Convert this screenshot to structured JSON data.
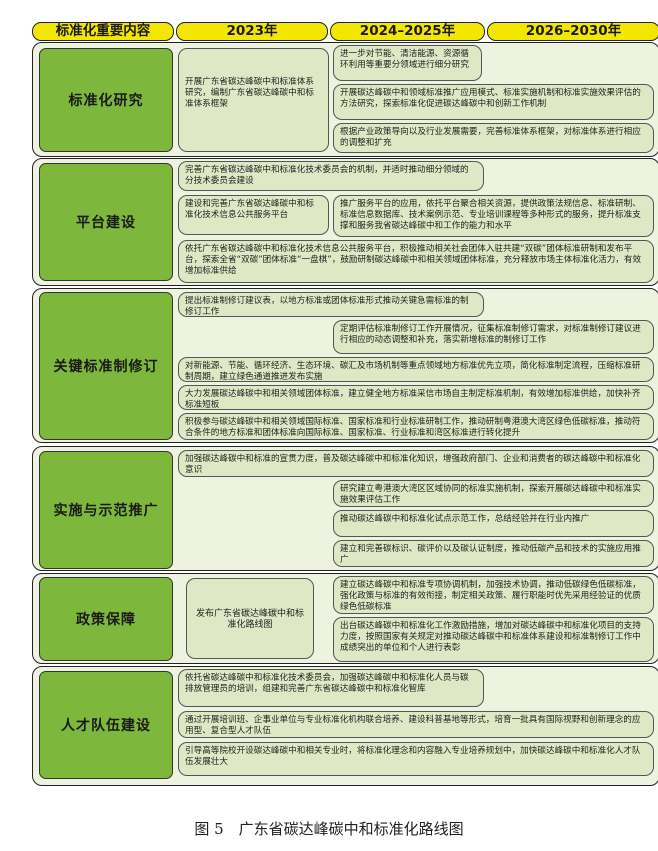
{
  "headers": [
    "标准化重要内容",
    "2023年",
    "2024–2025年",
    "2026–2030年"
  ],
  "categories": [
    "标准化研究",
    "平台建设",
    "关键标准制修订",
    "实施与示范推广",
    "政策保障",
    "人才队伍建设"
  ],
  "items": {
    "research_2023": "开展广东省碳达峰碳中和标准体系研究，编制广东省碳达峰碳中和标准体系框架",
    "research_1": "进一步对节能、清洁能源、资源循环利用等重要分领域进行细分研究",
    "research_2": "开展碳达峰碳中和领域标准推广应用模式、标准实施机制和标准实施效果评估的方法研究，探索标准化促进碳达峰碳中和创新工作机制",
    "research_3": "根据产业政策导向以及行业发展需要，完善标准体系框架，对标准体系进行相应的调整和扩充",
    "platform_1": "完善广东省碳达峰碳中和标准化技术委员会的机制，并适时推动细分领域的分技术委员会建设",
    "platform_2": "建设和完善广东省碳达峰碳中和标准化技术信息公共服务平台",
    "platform_3": "推广服务平台的应用，依托平台聚合相关资源，提供政策法规信息、标准研制、标准信息数据库、技术案例示范、专业培训课程等多种形式的服务，提升标准支撑和服务我省碳达峰碳中和工作的能力和水平",
    "platform_4": "依托广东省碳达峰碳中和标准化技术信息公共服务平台，积极推动相关社会团体入驻共建“双碳”团体标准研制和发布平台，探索全省“双碳”团体标准“一盘棋”，鼓励研制碳达峰碳中和相关领域团体标准，充分释放市场主体标准化活力，有效增加标准供给",
    "key_1": "提出标准制修订建议表，以地方标准或团体标准形式推动关键急需标准的制修订工作",
    "key_2": "定期评估标准制修订工作开展情况，征集标准制修订需求，对标准制修订建议进行相应的动态调整和补充，落实新增标准的制修订工作",
    "key_3": "对新能源、节能、循环经济、生态环境、碳汇及市场机制等重点领域地方标准优先立项，简化标准制定流程，压缩标准研制周期，建立绿色通道推进发布实施",
    "key_4": "大力发展碳达峰碳中和相关领域团体标准，建立健全地方标准采信市场自主制定标准机制，有效增加标准供给，加快补齐标准短板",
    "key_5": "积极参与碳达峰碳中和相关领域国际标准、国家标准和行业标准研制工作，推动研制粤港澳大湾区绿色低碳标准，推动符合条件的地方标准和团体标准向国际标准、国家标准、行业标准和湾区标准进行转化提升",
    "impl_1": "加强碳达峰碳中和标准的宣贯力度，普及碳达峰碳中和标准化知识，增强政府部门、企业和消费者的碳达峰碳中和标准化意识",
    "impl_2": "研究建立粤港澳大湾区区域协同的标准实施机制，探索开展碳达峰碳中和标准实施效果评估工作",
    "impl_3": "推动碳达峰碳中和标准化试点示范工作，总结经验并在行业内推广",
    "impl_4": "建立和完善碳标识、碳评价以及碳认证制度，推动低碳产品和技术的实施应用推广",
    "policy_2023": "发布广东省碳达峰碳中和标准化路线图",
    "policy_1": "建立碳达峰碳中和标准专项协调机制，加强技术协调，推动低碳绿色低碳标准，强化政策与标准的有效衔接，制定相关政策、履行职能时优先采用经验证的优质绿色低碳标准",
    "policy_2": "出台碳达峰碳中和标准化工作激励措施，增加对碳达峰碳中和标准化项目的支持力度，按照国家有关规定对推动碳达峰碳中和标准体系建设和标准制修订工作中成绩突出的单位和个人进行表彰",
    "talent_1": "依托省碳达峰碳中和标准化技术委员会，加强碳达峰碳中和标准化人员与碳排放管理员的培训，组建和完善广东省碳达峰碳中和标准化智库",
    "talent_2": "通过开展培训班、企事业单位与专业标准化机构联合培养、建设科普基地等形式，培育一批具有国际视野和创新理念的应用型、复合型人才队伍",
    "talent_3": "引导高等院校开设碳达峰碳中和相关专业时，将标准化理念和内容融入专业培养规划中，加快碳达峰碳中和标准化人才队伍发展壮大"
  },
  "caption": "图 5　广东省碳达峰碳中和标准化路线图",
  "colors": {
    "header": "#f3e600",
    "category": "#7db83d",
    "item": "#dfe8c4",
    "row": "#eef3df"
  }
}
